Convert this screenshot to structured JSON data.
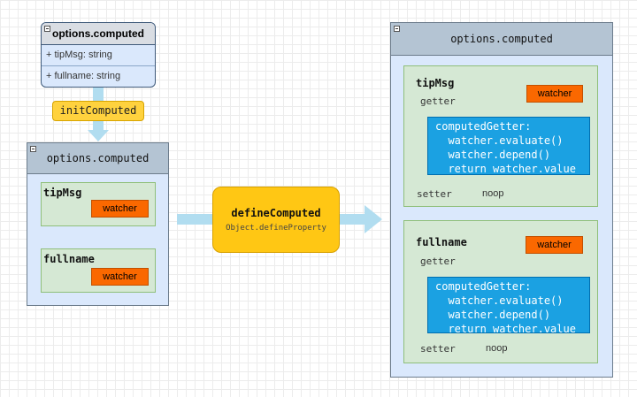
{
  "class_box": {
    "title": "options.computed",
    "fields": [
      "+ tipMsg: string",
      "+ fullname: string"
    ]
  },
  "init_label": "initComputed",
  "left_container": {
    "title": "options.computed",
    "props": [
      {
        "name": "tipMsg",
        "watcher": "watcher"
      },
      {
        "name": "fullname",
        "watcher": "watcher"
      }
    ]
  },
  "define_box": {
    "title": "defineComputed",
    "subtitle": "Object.defineProperty"
  },
  "right_container": {
    "title": "options.computed",
    "props": [
      {
        "name": "tipMsg",
        "watcher": "watcher",
        "getter_label": "getter",
        "getter_lines": [
          "computedGetter:",
          "  watcher.evaluate()",
          "  watcher.depend()",
          "  return watcher.value"
        ],
        "setter_label": "setter",
        "setter_target": "noop"
      },
      {
        "name": "fullname",
        "watcher": "watcher",
        "getter_label": "getter",
        "getter_lines": [
          "computedGetter:",
          "  watcher.evaluate()",
          "  watcher.depend()",
          "  return watcher.value"
        ],
        "setter_label": "setter",
        "setter_target": "noop"
      }
    ]
  },
  "colors": {
    "arrow": "#b1ddf0",
    "container_fill": "#dae8fc",
    "container_title": "#b4c4d3",
    "inner_fill": "#d5e8d4",
    "watcher_fill": "#fa6800",
    "getter_fill": "#1ba1e2",
    "define_fill": "#ffc714",
    "init_fill": "#ffd23e"
  }
}
